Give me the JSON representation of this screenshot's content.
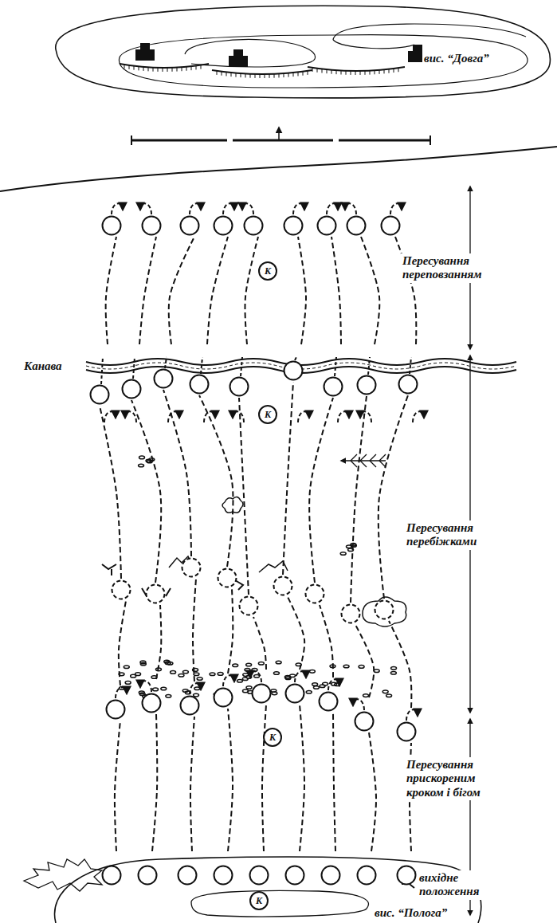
{
  "diagram": {
    "nodes": [
      {
        "text": [
          "К"
        ]
      },
      {
        "text": [
          "К"
        ]
      },
      {
        "text": [
          "К"
        ]
      },
      {
        "text": [
          "К"
        ]
      }
    ],
    "labels": [
      "вис. “Довга”",
      "Пересування переповзанням",
      "Канава",
      "Пересування перебіжками",
      "Пересування прискореним кроком і бігом",
      "вихідне положення",
      "вис. “Полога”"
    ]
  }
}
